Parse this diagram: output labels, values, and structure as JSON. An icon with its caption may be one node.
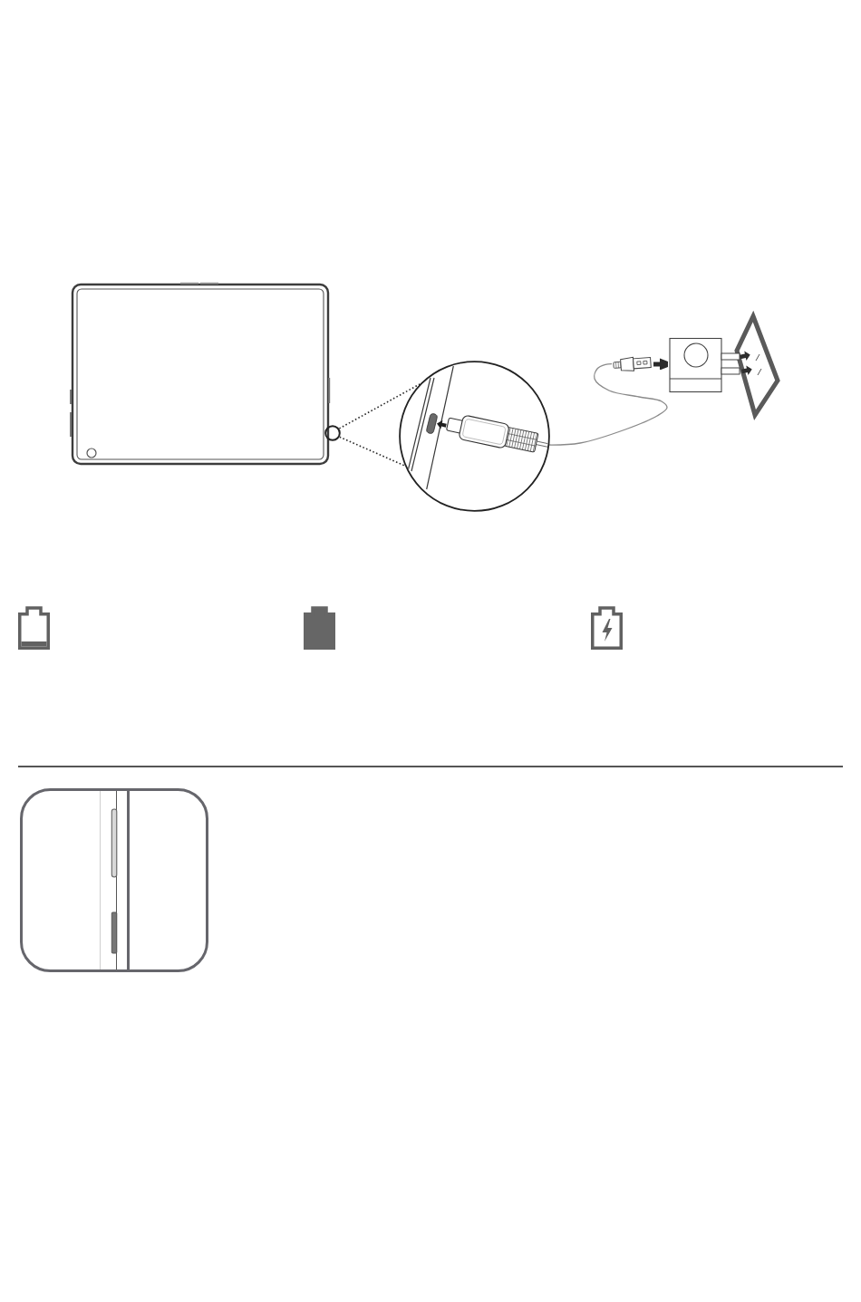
{
  "diagram": {
    "nodes": [
      {
        "text": [],
        "shape": "picture"
      },
      {
        "text": [],
        "shape": "circle"
      },
      {
        "text": [],
        "shape": "circle"
      },
      {
        "text": [],
        "shape": "picture"
      },
      {
        "text": [],
        "shape": "picture"
      },
      {
        "text": [],
        "shape": "picture"
      }
    ],
    "edges": [
      {
        "from": 1,
        "to": 2,
        "arrow": "none",
        "style": "dashed"
      },
      {
        "from": 1,
        "to": 2,
        "arrow": "none",
        "style": "dashed"
      },
      {
        "from": 2,
        "to": 3,
        "arrow": "none",
        "color": "#8a8a8a"
      },
      {
        "from": 3,
        "to": 4,
        "arrow": "to",
        "style": "thick"
      }
    ]
  }
}
